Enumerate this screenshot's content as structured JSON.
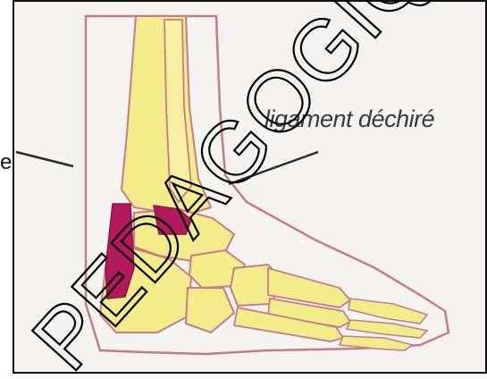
{
  "labels": {
    "torn_ligament": "ligament déchiré",
    "left_partial": "e"
  },
  "watermark": {
    "text": "PEDAGOGIQUE"
  },
  "colors": {
    "bone_fill": "#f3ec8a",
    "outline": "#c97a8a",
    "injury": "#b3195d",
    "background": "#f4f3f1",
    "watermark": "#000000"
  }
}
